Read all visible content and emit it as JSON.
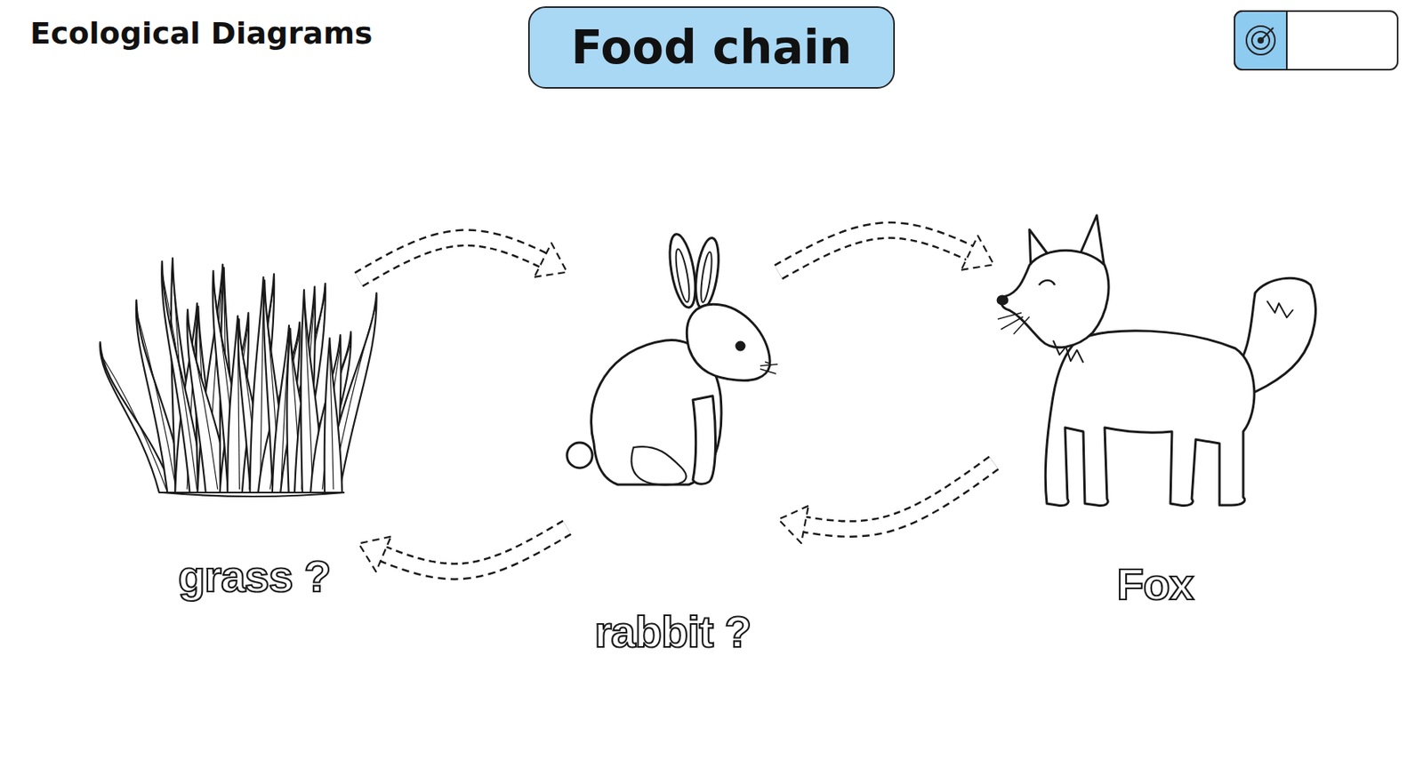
{
  "diagram": {
    "title": "Food chain",
    "nodes": [
      {
        "text": [
          "grass ?"
        ]
      },
      {
        "text": [
          "rabbit ?"
        ]
      },
      {
        "text": [
          "Fox"
        ]
      }
    ],
    "edges": [
      {
        "from": 0,
        "to": 1,
        "arrow": "to"
      },
      {
        "from": 1,
        "to": 0,
        "arrow": "to"
      },
      {
        "from": 1,
        "to": 2,
        "arrow": "to"
      },
      {
        "from": 2,
        "to": 1,
        "arrow": "to"
      }
    ],
    "labels": [
      "Ecological Diagrams"
    ]
  }
}
